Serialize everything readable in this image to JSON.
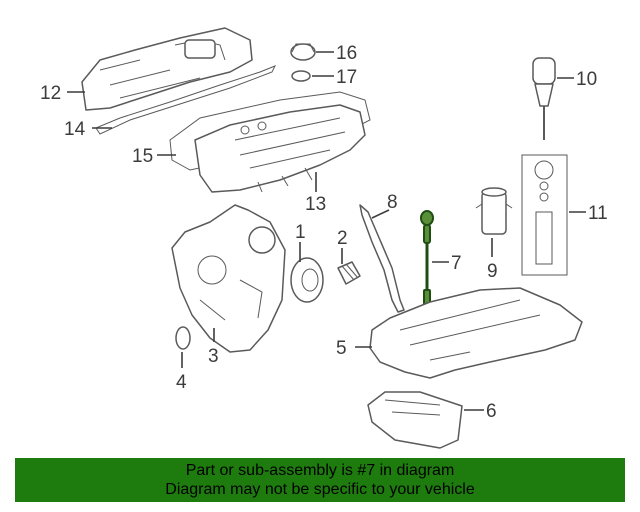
{
  "callouts": {
    "c1": "1",
    "c2": "2",
    "c3": "3",
    "c4": "4",
    "c5": "5",
    "c6": "6",
    "c7": "7",
    "c8": "8",
    "c9": "9",
    "c10": "10",
    "c11": "11",
    "c12": "12",
    "c13": "13",
    "c14": "14",
    "c15": "15",
    "c16": "16",
    "c17": "17"
  },
  "banner": {
    "line1": "Part or sub-assembly is #7 in diagram",
    "line2": "Diagram may not be specific to your vehicle"
  },
  "colors": {
    "highlight": "#5a8f3a",
    "banner": "#1e7c0e",
    "linework": "#5a5a5a"
  }
}
